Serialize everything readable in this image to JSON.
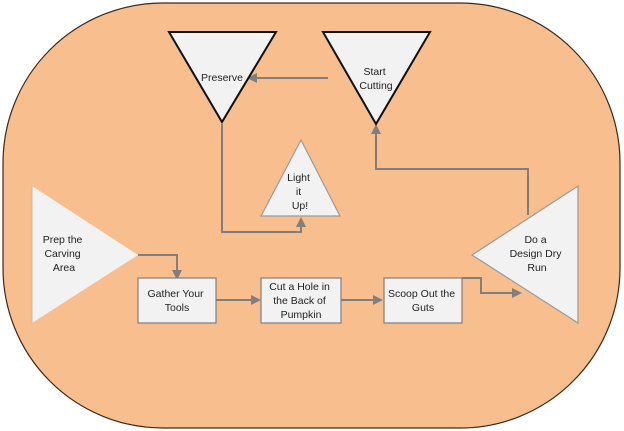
{
  "colors": {
    "background_shape": "#F8BE8E",
    "shape_fill": "#F2F2F2",
    "connector": "#7F7F7F",
    "text": "#222222"
  },
  "nodes": {
    "prep": {
      "lines": [
        "Prep the",
        "Carving",
        "Area"
      ]
    },
    "gather": {
      "lines": [
        "Gather Your",
        "Tools"
      ]
    },
    "cut": {
      "lines": [
        "Cut a Hole in",
        "the Back of",
        "Pumpkin"
      ]
    },
    "scoop": {
      "lines": [
        "Scoop Out the",
        "Guts"
      ]
    },
    "design": {
      "lines": [
        "Do a",
        "Design Dry",
        "Run"
      ]
    },
    "start": {
      "lines": [
        "Start",
        "Cutting"
      ]
    },
    "preserve": {
      "lines": [
        "Preserve"
      ]
    },
    "light": {
      "lines": [
        "Light",
        "it",
        "Up!"
      ]
    }
  },
  "edges": [
    {
      "from": "prep",
      "to": "gather"
    },
    {
      "from": "gather",
      "to": "cut"
    },
    {
      "from": "cut",
      "to": "scoop"
    },
    {
      "from": "scoop",
      "to": "design"
    },
    {
      "from": "design",
      "to": "start"
    },
    {
      "from": "start",
      "to": "preserve"
    },
    {
      "from": "preserve",
      "to": "light"
    }
  ]
}
